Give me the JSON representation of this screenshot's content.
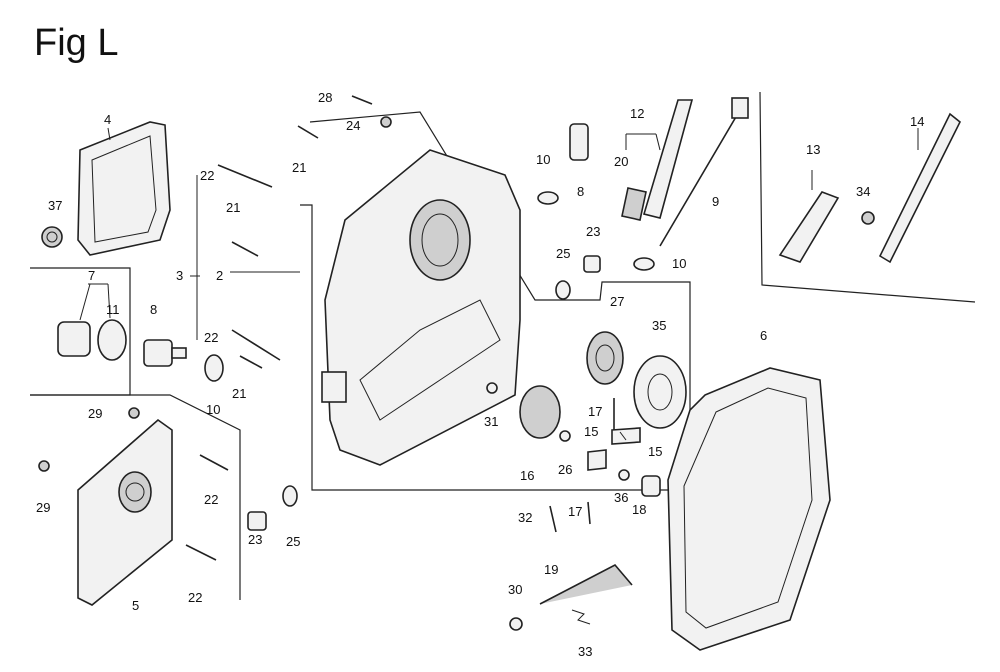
{
  "title": "Fig L",
  "labels": [
    "28",
    "24",
    "21",
    "22",
    "21",
    "4",
    "37",
    "3",
    "2",
    "7",
    "11",
    "8",
    "22",
    "10",
    "21",
    "29",
    "29",
    "22",
    "23",
    "25",
    "5",
    "22",
    "10",
    "8",
    "12",
    "20",
    "9",
    "25",
    "23",
    "10",
    "13",
    "14",
    "34",
    "27",
    "35",
    "31",
    "16",
    "26",
    "17",
    "15",
    "15",
    "36",
    "18",
    "6",
    "32",
    "17",
    "19",
    "30",
    "33"
  ]
}
